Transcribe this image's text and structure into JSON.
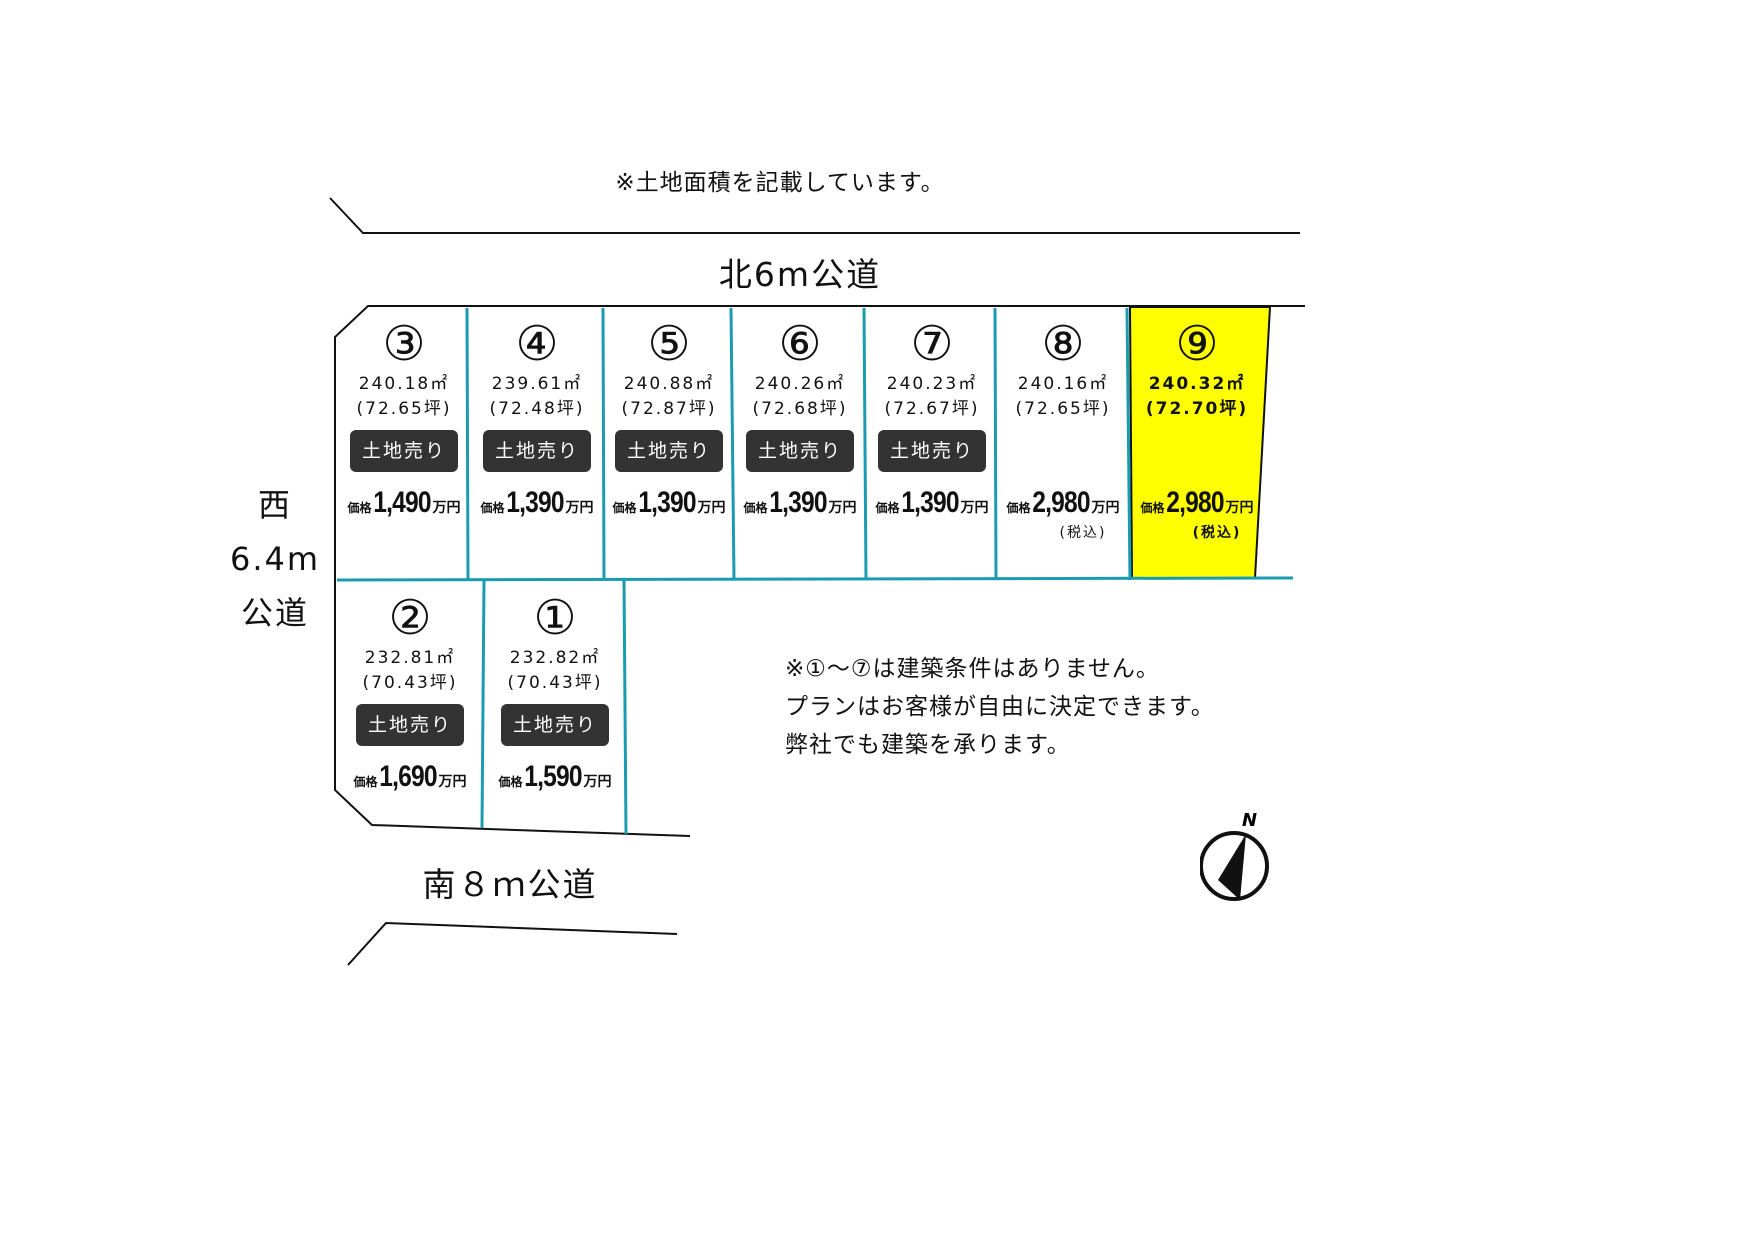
{
  "top_note": "※土地面積を記載しています。",
  "roads": {
    "north": "北6m公道",
    "south": "南８ｍ公道",
    "west": [
      "西",
      "6.4m",
      "公道"
    ]
  },
  "lots": [
    {
      "id": "3",
      "num": "③",
      "area": "240.18㎡",
      "tsubo": "(72.65坪)",
      "status": "土地売り",
      "price_label": "価格",
      "price": "1,490",
      "unit": "万円",
      "tax": "",
      "highlight": false
    },
    {
      "id": "4",
      "num": "④",
      "area": "239.61㎡",
      "tsubo": "(72.48坪)",
      "status": "土地売り",
      "price_label": "価格",
      "price": "1,390",
      "unit": "万円",
      "tax": "",
      "highlight": false
    },
    {
      "id": "5",
      "num": "⑤",
      "area": "240.88㎡",
      "tsubo": "(72.87坪)",
      "status": "土地売り",
      "price_label": "価格",
      "price": "1,390",
      "unit": "万円",
      "tax": "",
      "highlight": false
    },
    {
      "id": "6",
      "num": "⑥",
      "area": "240.26㎡",
      "tsubo": "(72.68坪)",
      "status": "土地売り",
      "price_label": "価格",
      "price": "1,390",
      "unit": "万円",
      "tax": "",
      "highlight": false
    },
    {
      "id": "7",
      "num": "⑦",
      "area": "240.23㎡",
      "tsubo": "(72.67坪)",
      "status": "土地売り",
      "price_label": "価格",
      "price": "1,390",
      "unit": "万円",
      "tax": "",
      "highlight": false
    },
    {
      "id": "8",
      "num": "⑧",
      "area": "240.16㎡",
      "tsubo": "(72.65坪)",
      "status": "",
      "price_label": "価格",
      "price": "2,980",
      "unit": "万円",
      "tax": "(税込)",
      "highlight": false
    },
    {
      "id": "9",
      "num": "⑨",
      "area": "240.32㎡",
      "tsubo": "(72.70坪)",
      "status": "",
      "price_label": "価格",
      "price": "2,980",
      "unit": "万円",
      "tax": "(税込)",
      "highlight": true
    },
    {
      "id": "2",
      "num": "②",
      "area": "232.81㎡",
      "tsubo": "(70.43坪)",
      "status": "土地売り",
      "price_label": "価格",
      "price": "1,690",
      "unit": "万円",
      "tax": "",
      "highlight": false
    },
    {
      "id": "1",
      "num": "①",
      "area": "232.82㎡",
      "tsubo": "(70.43坪)",
      "status": "土地売り",
      "price_label": "価格",
      "price": "1,590",
      "unit": "万円",
      "tax": "",
      "highlight": false
    }
  ],
  "notes": [
    "※①～⑦は建築条件はありません。",
    "プランはお客様が自由に決定できます。",
    "弊社でも建築を承ります。"
  ],
  "compass_label": "N",
  "colors": {
    "lot_line": "#1a9bb0",
    "highlight": "#ffff00",
    "badge": "#333333"
  }
}
